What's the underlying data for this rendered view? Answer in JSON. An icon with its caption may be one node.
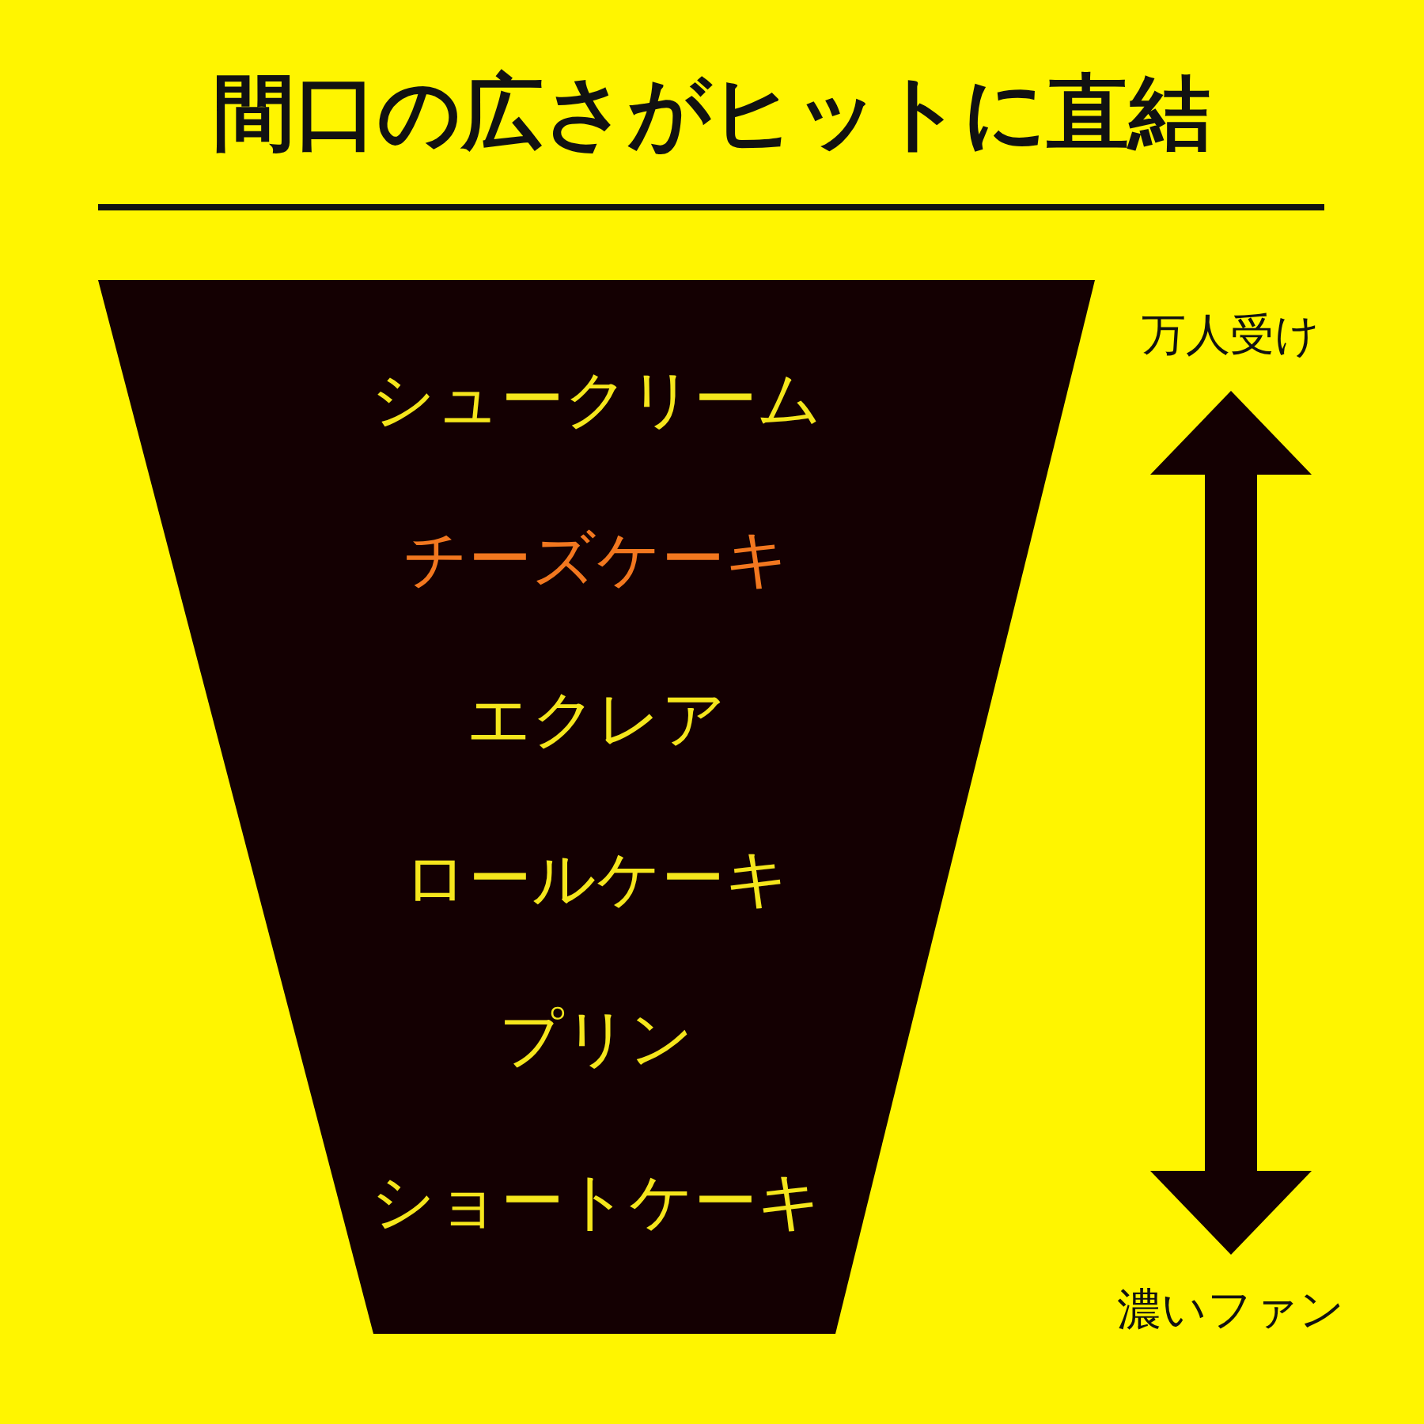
{
  "diagram": {
    "title": "間口の広さがヒットに直結",
    "nodes": [
      {
        "text": [
          "シュークリーム",
          "チーズケーキ",
          "エクレア",
          "ロールケーキ",
          "プリン",
          "ショートケーキ"
        ]
      },
      {
        "text": [
          "万人受け"
        ]
      },
      {
        "text": [
          "濃いファン"
        ]
      }
    ],
    "edges": [
      {
        "from": 1,
        "to": 2,
        "arrow": "both"
      }
    ]
  }
}
